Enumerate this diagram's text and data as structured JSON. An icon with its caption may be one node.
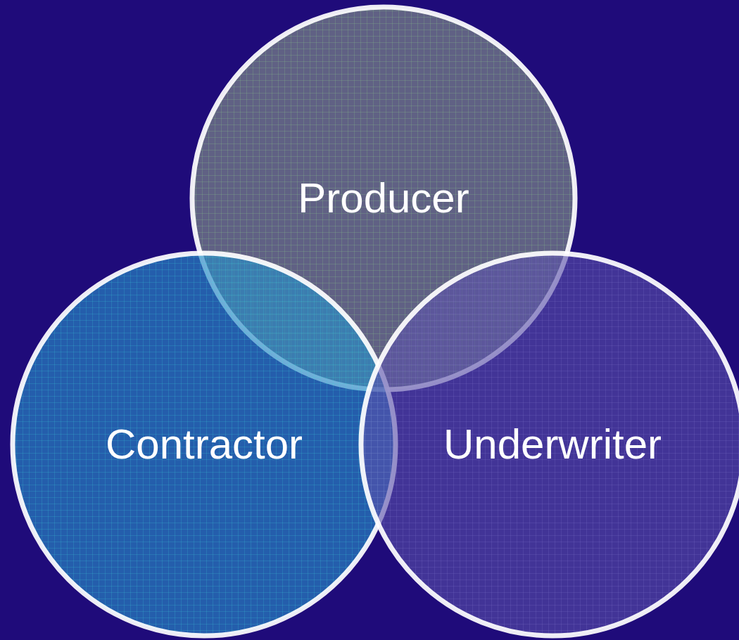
{
  "diagram": {
    "nodes": [
      {
        "text": [
          "Producer"
        ]
      },
      {
        "text": [
          "Contractor"
        ]
      },
      {
        "text": [
          "Underwriter"
        ]
      }
    ]
  }
}
